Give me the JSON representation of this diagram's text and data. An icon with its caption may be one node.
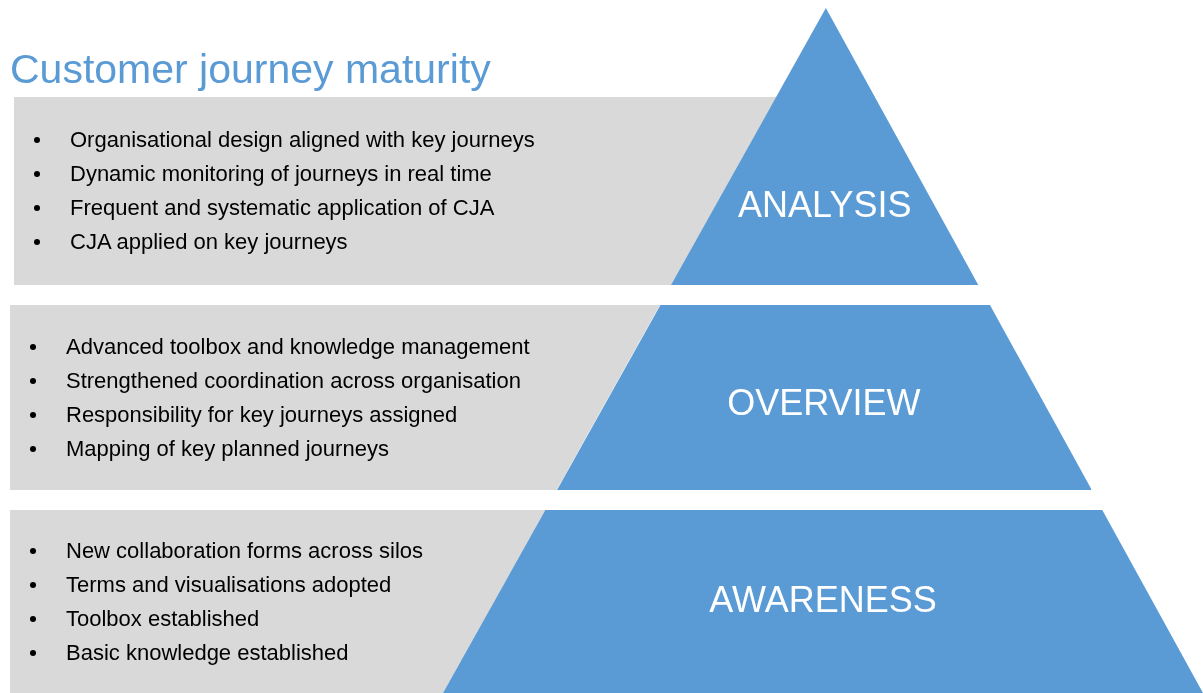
{
  "diagram": {
    "title": "Customer journey maturity",
    "nodes": [
      {
        "text": [
          "Organisational design aligned with key journeys",
          "Dynamic monitoring of journeys in real time",
          "Frequent and systematic application of CJA",
          "CJA applied on key journeys"
        ]
      },
      {
        "text": [
          "ANALYSIS"
        ]
      },
      {
        "text": [
          "Advanced toolbox and knowledge management",
          "Strengthened coordination across organisation",
          "Responsibility for key journeys assigned",
          "Mapping of key planned journeys"
        ]
      },
      {
        "text": [
          "OVERVIEW"
        ]
      },
      {
        "text": [
          "New collaboration forms across silos",
          "Terms and visualisations adopted",
          "Toolbox established",
          "Basic knowledge established"
        ]
      },
      {
        "text": [
          "AWARENESS"
        ]
      }
    ]
  }
}
